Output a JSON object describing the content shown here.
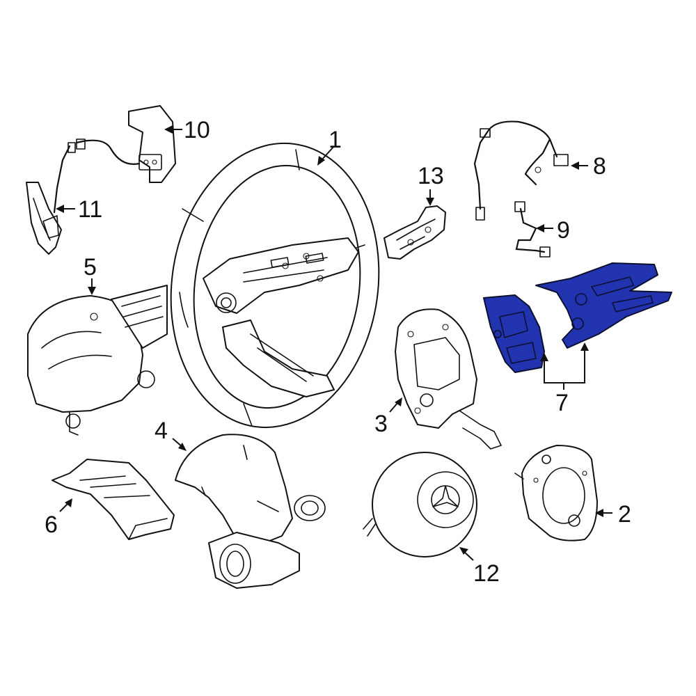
{
  "colors": {
    "highlight": "#2233b0",
    "line": "#111111",
    "background": "#ffffff"
  },
  "callouts": {
    "c1": "1",
    "c2": "2",
    "c3": "3",
    "c4": "4",
    "c5": "5",
    "c6": "6",
    "c7": "7",
    "c8": "8",
    "c9": "9",
    "c10": "10",
    "c11": "11",
    "c12": "12",
    "c13": "13"
  },
  "highlighted_part": "7"
}
